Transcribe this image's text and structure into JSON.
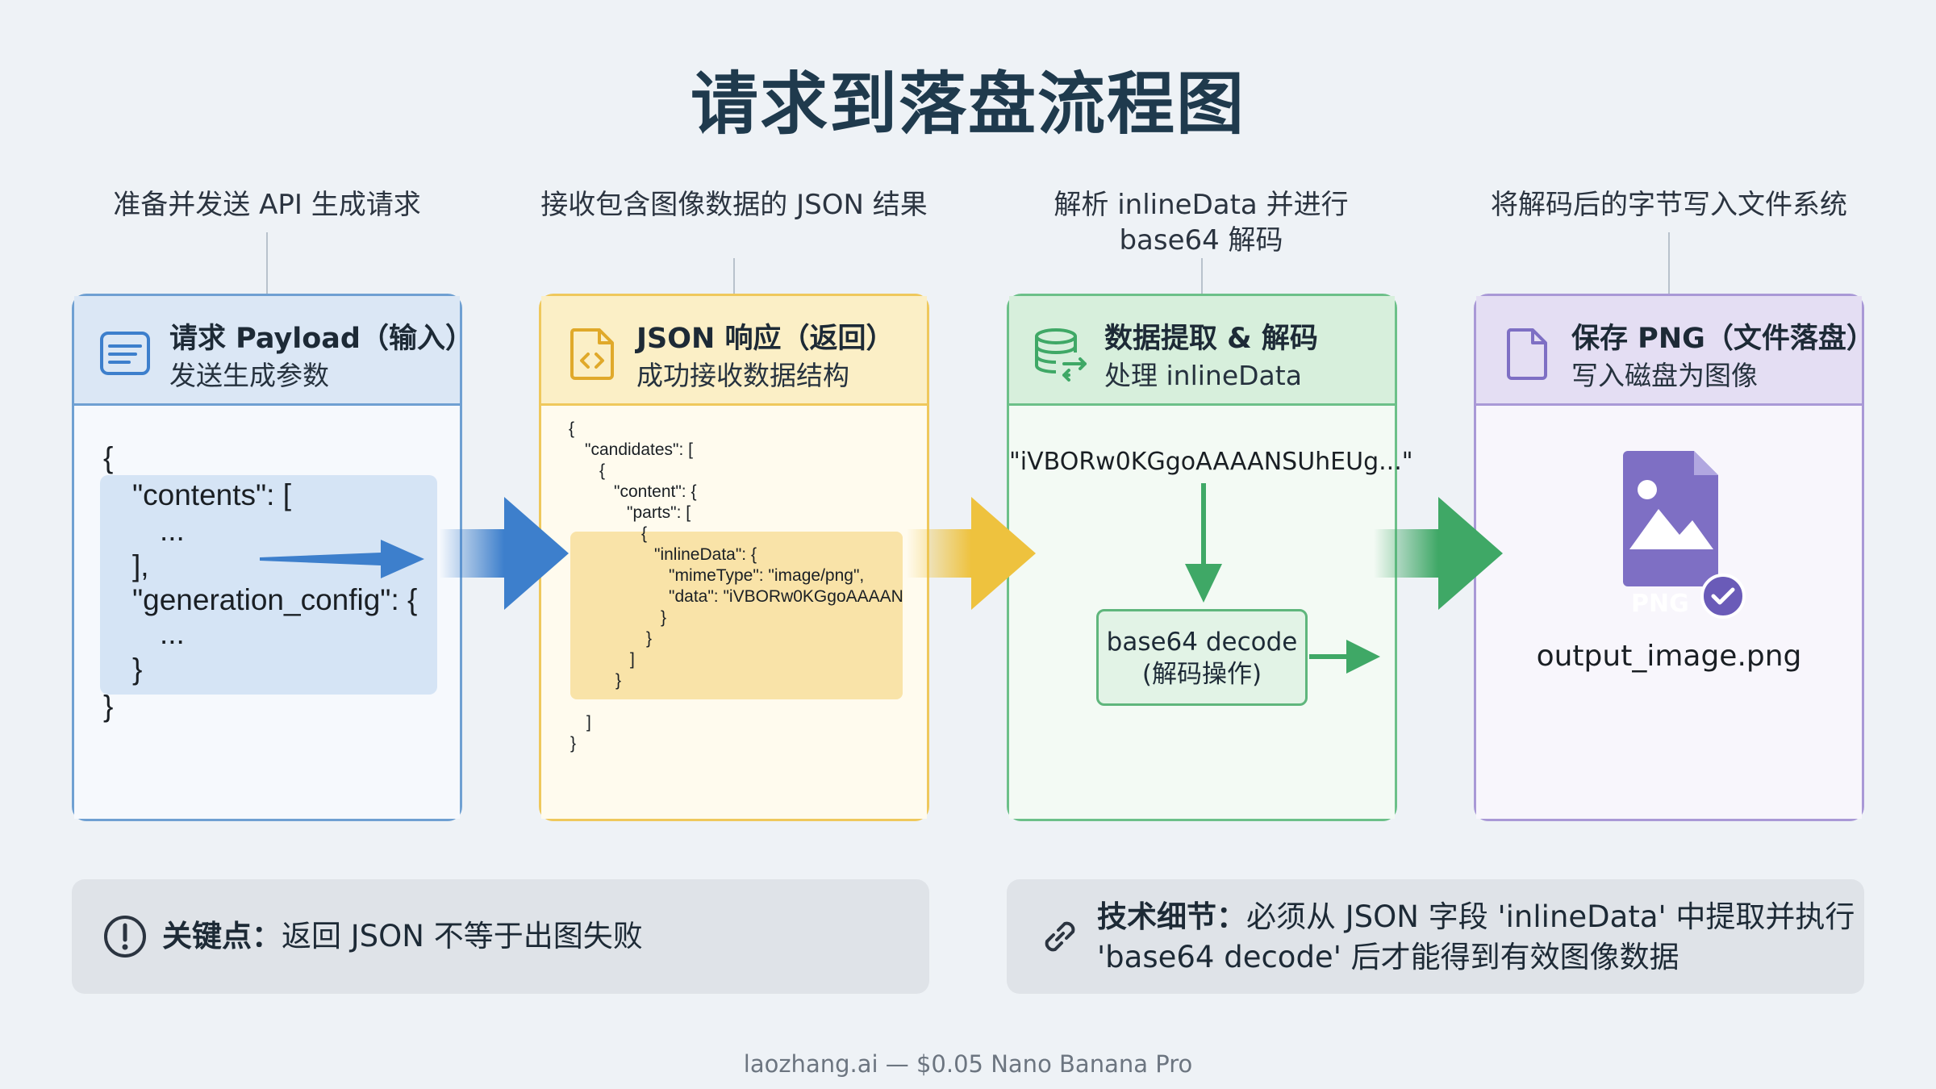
{
  "title": "请求到落盘流程图",
  "steps": [
    {
      "caption": "准备并发送 API 生成请求",
      "title": "请求 Payload（输入）",
      "subtitle": "发送生成参数",
      "icon": "document-lines-icon",
      "code": [
        "{",
        "\"contents\": [",
        "...",
        "],",
        "\"generation_config\": {",
        "...",
        "}",
        "}"
      ]
    },
    {
      "caption": "接收包含图像数据的 JSON 结果",
      "title": "JSON 响应（返回）",
      "subtitle": "成功接收数据结构",
      "icon": "code-file-icon",
      "code": [
        "{",
        "\"candidates\": [",
        "{",
        "\"content\": {",
        "\"parts\": [",
        "{",
        "\"inlineData\": {",
        "\"mimeType\": \"image/png\",",
        "\"data\": \"iVBORw0KGgoAAAAN",
        "}",
        "}",
        "]",
        "}",
        "]",
        "}"
      ]
    },
    {
      "caption": "解析 inlineData 并进行 base64 解码",
      "title": "数据提取 & 解码",
      "subtitle": "处理 inlineData",
      "icon": "database-exchange-icon",
      "encoded": "\"iVBORw0KGgoAAAANSUhEUg...\"",
      "decode_line1": "base64 decode",
      "decode_line2": "(解码操作)"
    },
    {
      "caption": "将解码后的字节写入文件系统",
      "title": "保存 PNG（文件落盘）",
      "subtitle": "写入磁盘为图像",
      "icon": "file-icon",
      "png_badge": "PNG",
      "filename": "output_image.png"
    }
  ],
  "notes": [
    {
      "label": "关键点：",
      "text": "返回 JSON 不等于出图失败",
      "icon": "exclamation-circle-icon"
    },
    {
      "label": "技术细节：",
      "text": "必须从 JSON 字段 'inlineData' 中提取并执行",
      "text2": "'base64 decode' 后才能得到有效图像数据",
      "icon": "link-icon"
    }
  ],
  "footer": "laozhang.ai — $0.05 Nano Banana Pro",
  "colors": {
    "blue": "#3d7fcc",
    "yellow": "#eec23e",
    "green": "#3fa866",
    "purple": "#7e6fc4"
  }
}
